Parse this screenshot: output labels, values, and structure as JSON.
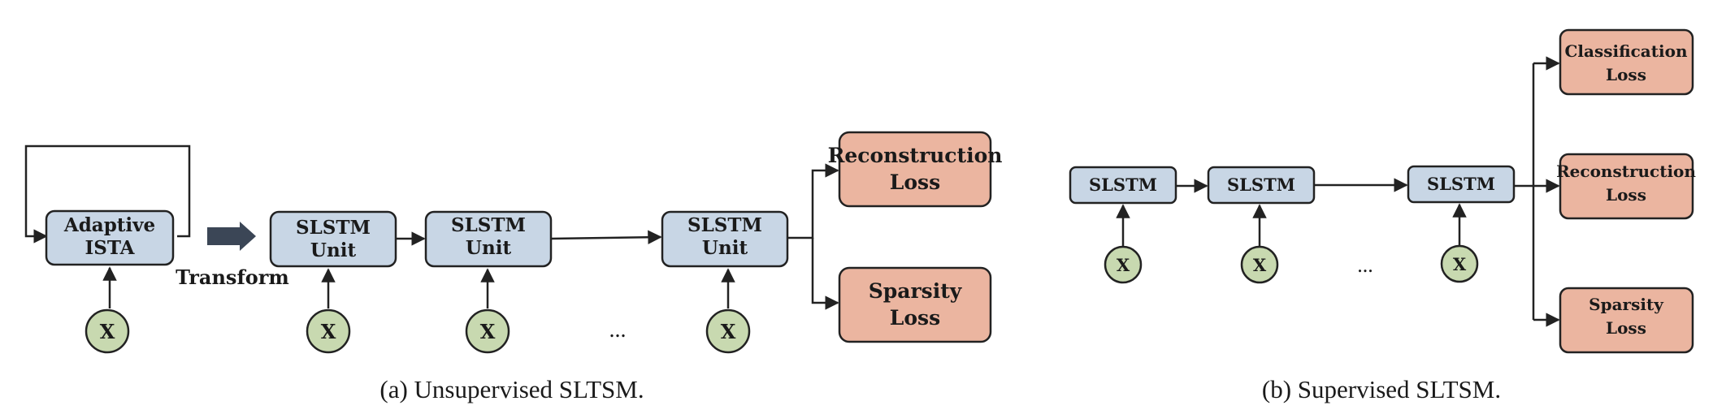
{
  "colors": {
    "unit_fill": "#c8d6e5",
    "loss_fill": "#ebb5a0",
    "input_fill": "#c8d9b0",
    "stroke": "#222222",
    "arrow": "#333f4f"
  },
  "left": {
    "ista": [
      "Adaptive",
      "ISTA"
    ],
    "transform_label": "Transform",
    "units": [
      [
        "SLSTM",
        "Unit"
      ],
      [
        "SLSTM",
        "Unit"
      ],
      [
        "SLSTM",
        "Unit"
      ]
    ],
    "inputs": [
      "X",
      "X",
      "X",
      "X"
    ],
    "ellipsis": "...",
    "losses": [
      [
        "Reconstruction",
        "Loss"
      ],
      [
        "Sparsity",
        "Loss"
      ]
    ],
    "caption": "(a)  Unsupervised SLTSM."
  },
  "right": {
    "units": [
      "SLSTM",
      "SLSTM",
      "SLSTM"
    ],
    "inputs": [
      "X",
      "X",
      "X"
    ],
    "ellipsis": "...",
    "losses": [
      [
        "Classification",
        "Loss"
      ],
      [
        "Reconstruction",
        "Loss"
      ],
      [
        "Sparsity",
        "Loss"
      ]
    ],
    "caption": "(b)  Supervised SLTSM."
  }
}
